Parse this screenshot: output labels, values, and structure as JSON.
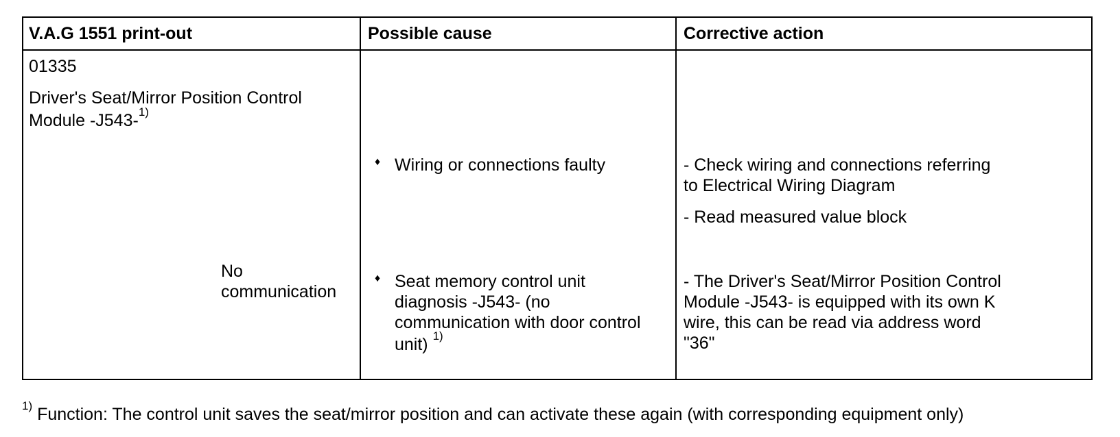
{
  "table": {
    "headers": [
      "V.A.G 1551 print-out",
      "Possible cause",
      "Corrective action"
    ],
    "fault_code": "01335",
    "component_line1": "Driver's Seat/Mirror Position Control",
    "component_line2": "Module -J543-",
    "component_footnote_ref": "1)",
    "fault_type_line1": "No",
    "fault_type_line2": "communication",
    "rows": [
      {
        "cause": "Wiring or connections faulty",
        "actions": [
          [
            "- Check wiring and connections referring",
            "to Electrical Wiring Diagram"
          ],
          [
            "- Read measured value block"
          ]
        ]
      },
      {
        "cause_lines": [
          "Seat memory control unit",
          "diagnosis -J543- (no",
          "communication with door control",
          "unit)"
        ],
        "cause_footnote_ref": "1)",
        "actions": [
          [
            "- The Driver's Seat/Mirror Position Control",
            "Module -J543- is equipped with its own K",
            "wire, this can be read via address word",
            "\"36\""
          ]
        ]
      }
    ],
    "bullet_icon": "diamond-bullet"
  },
  "footnote": {
    "marker": "1)",
    "text": " Function: The control unit saves the seat/mirror position and can activate these again (with corresponding equipment only)"
  }
}
